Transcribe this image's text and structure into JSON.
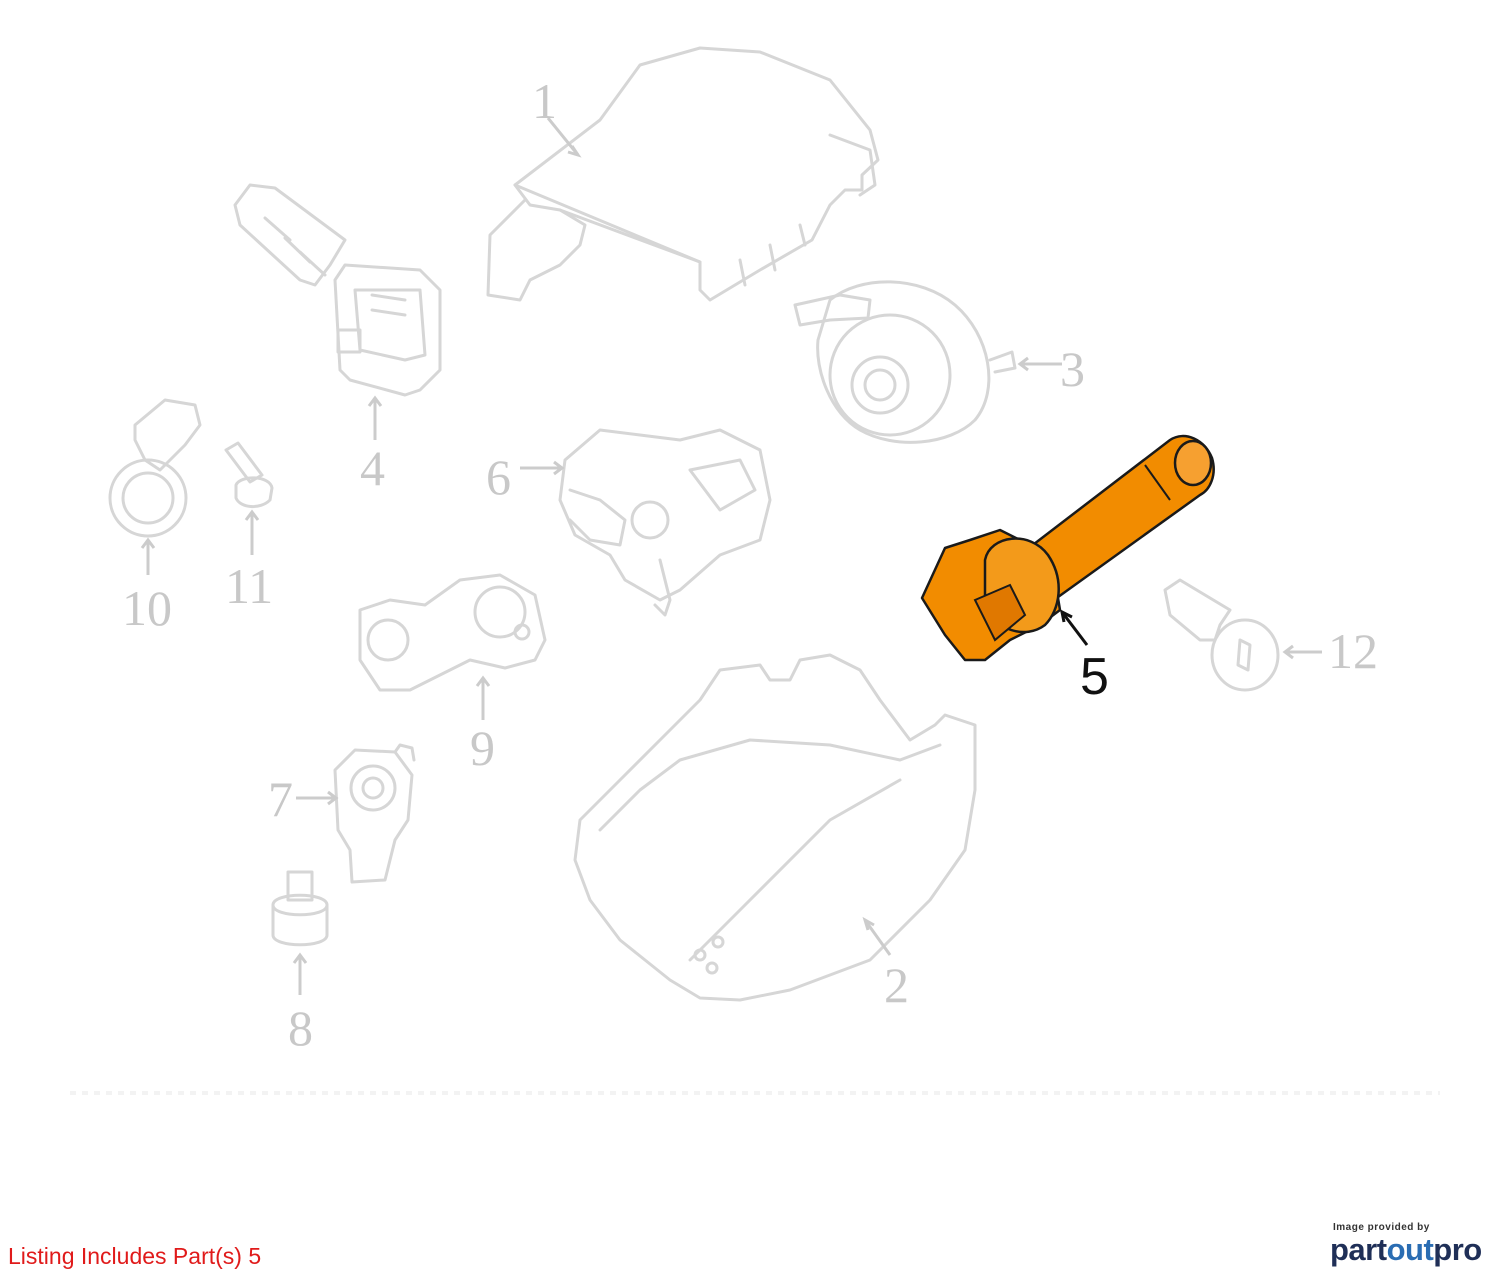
{
  "callouts": [
    {
      "id": "1",
      "label": "1",
      "highlighted": false
    },
    {
      "id": "2",
      "label": "2",
      "highlighted": false
    },
    {
      "id": "3",
      "label": "3",
      "highlighted": false
    },
    {
      "id": "4",
      "label": "4",
      "highlighted": false
    },
    {
      "id": "5",
      "label": "5",
      "highlighted": true
    },
    {
      "id": "6",
      "label": "6",
      "highlighted": false
    },
    {
      "id": "7",
      "label": "7",
      "highlighted": false
    },
    {
      "id": "8",
      "label": "8",
      "highlighted": false
    },
    {
      "id": "9",
      "label": "9",
      "highlighted": false
    },
    {
      "id": "10",
      "label": "10",
      "highlighted": false
    },
    {
      "id": "11",
      "label": "11",
      "highlighted": false
    },
    {
      "id": "12",
      "label": "12",
      "highlighted": false
    }
  ],
  "caption": "Listing Includes Part(s) 5",
  "logo": {
    "small_text": "Image provided by",
    "brand_prefix": "part",
    "brand_accent": "out",
    "brand_suffix": "pro"
  },
  "colors": {
    "highlight_part": "#f28c00",
    "ghost_parts": "#d6d6d6",
    "caption": "#e01a1a",
    "logo": "#1f2f57"
  }
}
